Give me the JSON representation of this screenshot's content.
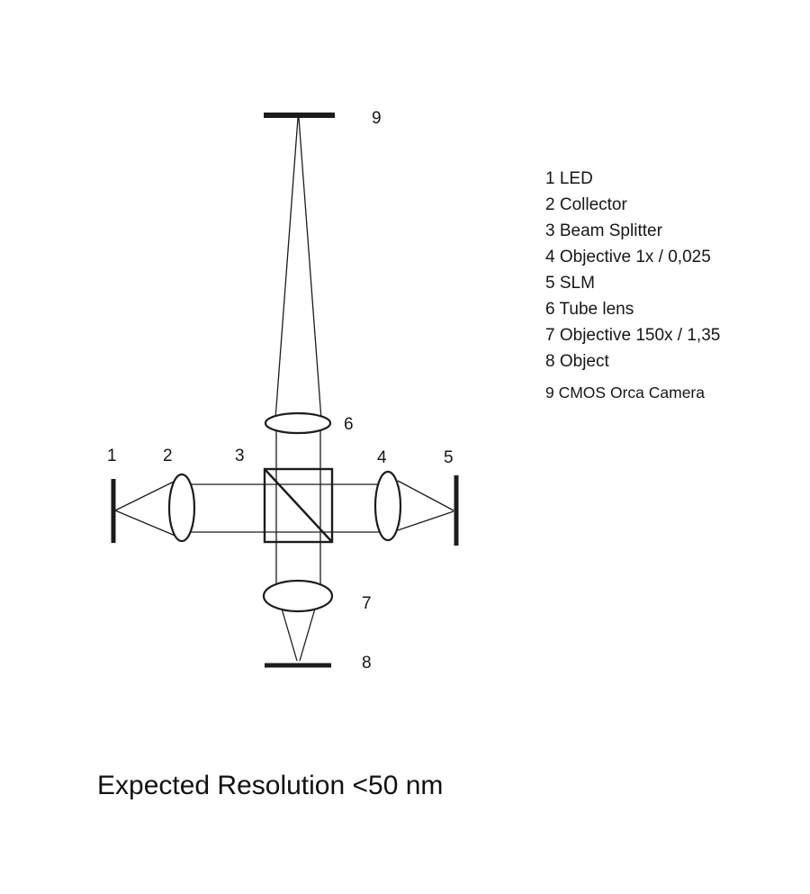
{
  "component_labels": {
    "led": "1",
    "collector": "2",
    "beam_splitter": "3",
    "objective_1x": "4",
    "slm": "5",
    "tube_lens": "6",
    "objective_150x": "7",
    "object": "8",
    "camera": "9"
  },
  "legend": {
    "items": [
      "1 LED",
      "2 Collector",
      "3 Beam Splitter",
      "4 Objective 1x / 0,025",
      "5 SLM",
      "6 Tube lens",
      "7 Objective 150x / 1,35",
      "8 Object",
      "9 CMOS Orca Camera"
    ]
  },
  "caption": "Expected Resolution <50 nm",
  "colors": {
    "ink": "#1c1c1c",
    "background": "#ffffff"
  }
}
